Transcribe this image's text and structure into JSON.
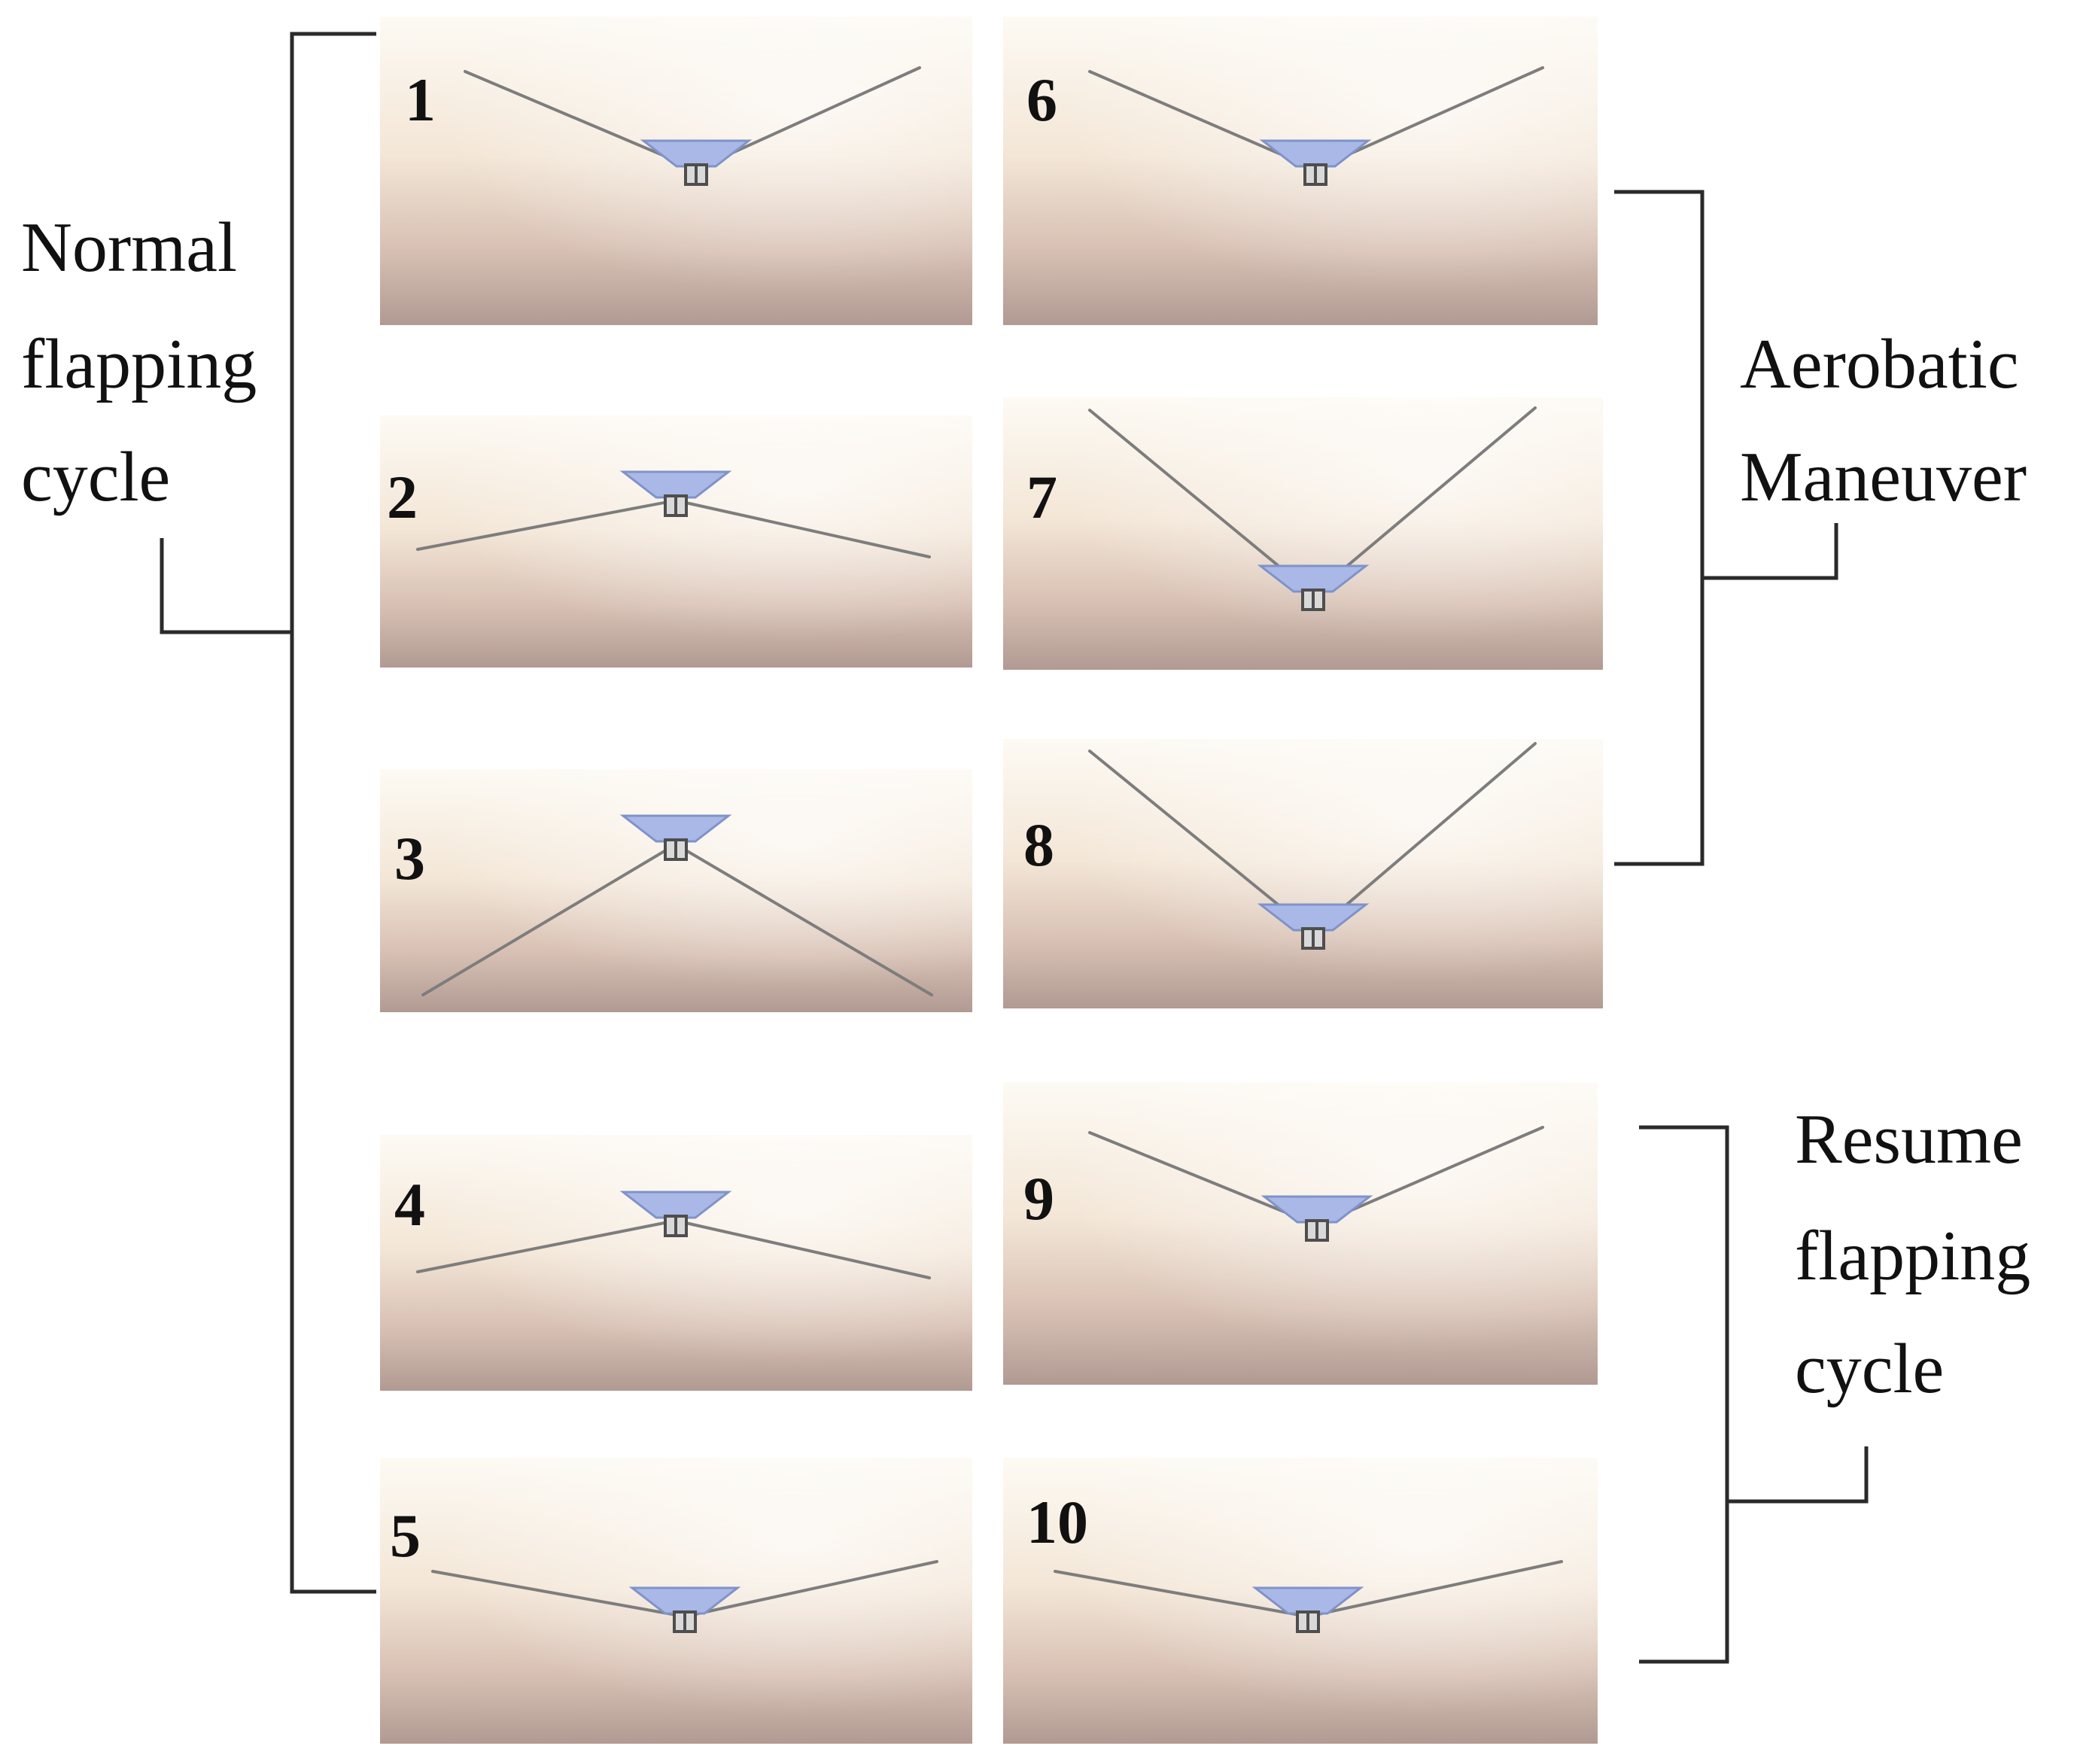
{
  "groups": {
    "normal": {
      "lines": [
        "Normal",
        "flapping",
        "cycle"
      ]
    },
    "aerobatic": {
      "lines": [
        "Aerobatic",
        "Maneuver"
      ]
    },
    "resume": {
      "lines": [
        "Resume",
        "flapping",
        "cycle"
      ]
    }
  },
  "frames": [
    {
      "label": "1"
    },
    {
      "label": "2"
    },
    {
      "label": "3"
    },
    {
      "label": "4"
    },
    {
      "label": "5"
    },
    {
      "label": "6"
    },
    {
      "label": "7"
    },
    {
      "label": "8"
    },
    {
      "label": "9"
    },
    {
      "label": "10"
    }
  ],
  "colors": {
    "panel_top": "#fdfaf4",
    "panel_mid": "#efdfce",
    "panel_bottom": "#b89f96",
    "wing": "#7d7d7d",
    "body_fill": "#a9b8e6",
    "body_stroke": "#7f93c9",
    "mount": "#4e4e4e",
    "bracket": "#2a2a2a",
    "text": "#111111"
  }
}
